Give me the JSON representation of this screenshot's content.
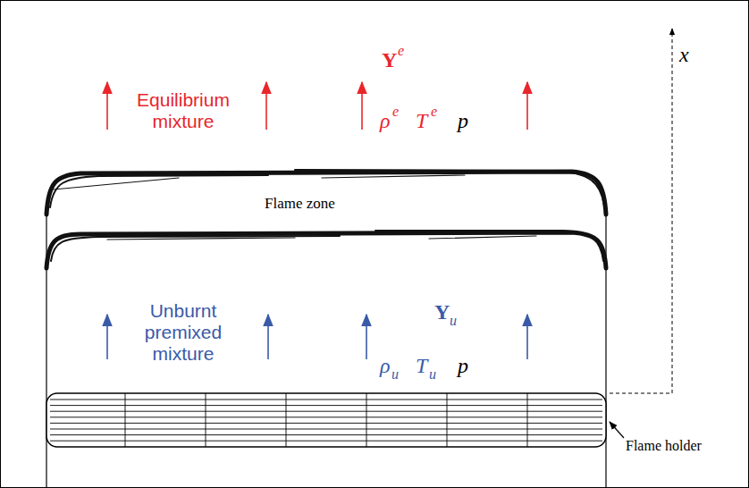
{
  "diagram": {
    "labels": [
      "Equilibrium mixture",
      "Y",
      "e",
      "ρ",
      "e",
      "T",
      "e",
      "p",
      "Flame zone",
      "Unburnt premixed mixture",
      "Y",
      "u",
      "ρ",
      "u",
      "T",
      "u",
      "p",
      "x",
      "Flame holder"
    ]
  }
}
